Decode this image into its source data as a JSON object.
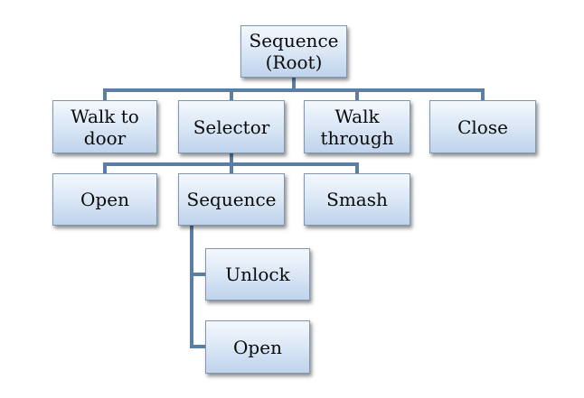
{
  "nodes": {
    "root": "Sequence\n(Root)",
    "walk_to_door": "Walk to\ndoor",
    "selector": "Selector",
    "walk_through": "Walk\nthrough",
    "close": "Close",
    "open_1": "Open",
    "sequence": "Sequence",
    "smash": "Smash",
    "unlock": "Unlock",
    "open_2": "Open"
  },
  "colors": {
    "connector": "#5b7ea6",
    "node_border": "#7f97b3",
    "node_fill_top": "#f4f8fd",
    "node_fill_bottom": "#bfd3ec"
  }
}
